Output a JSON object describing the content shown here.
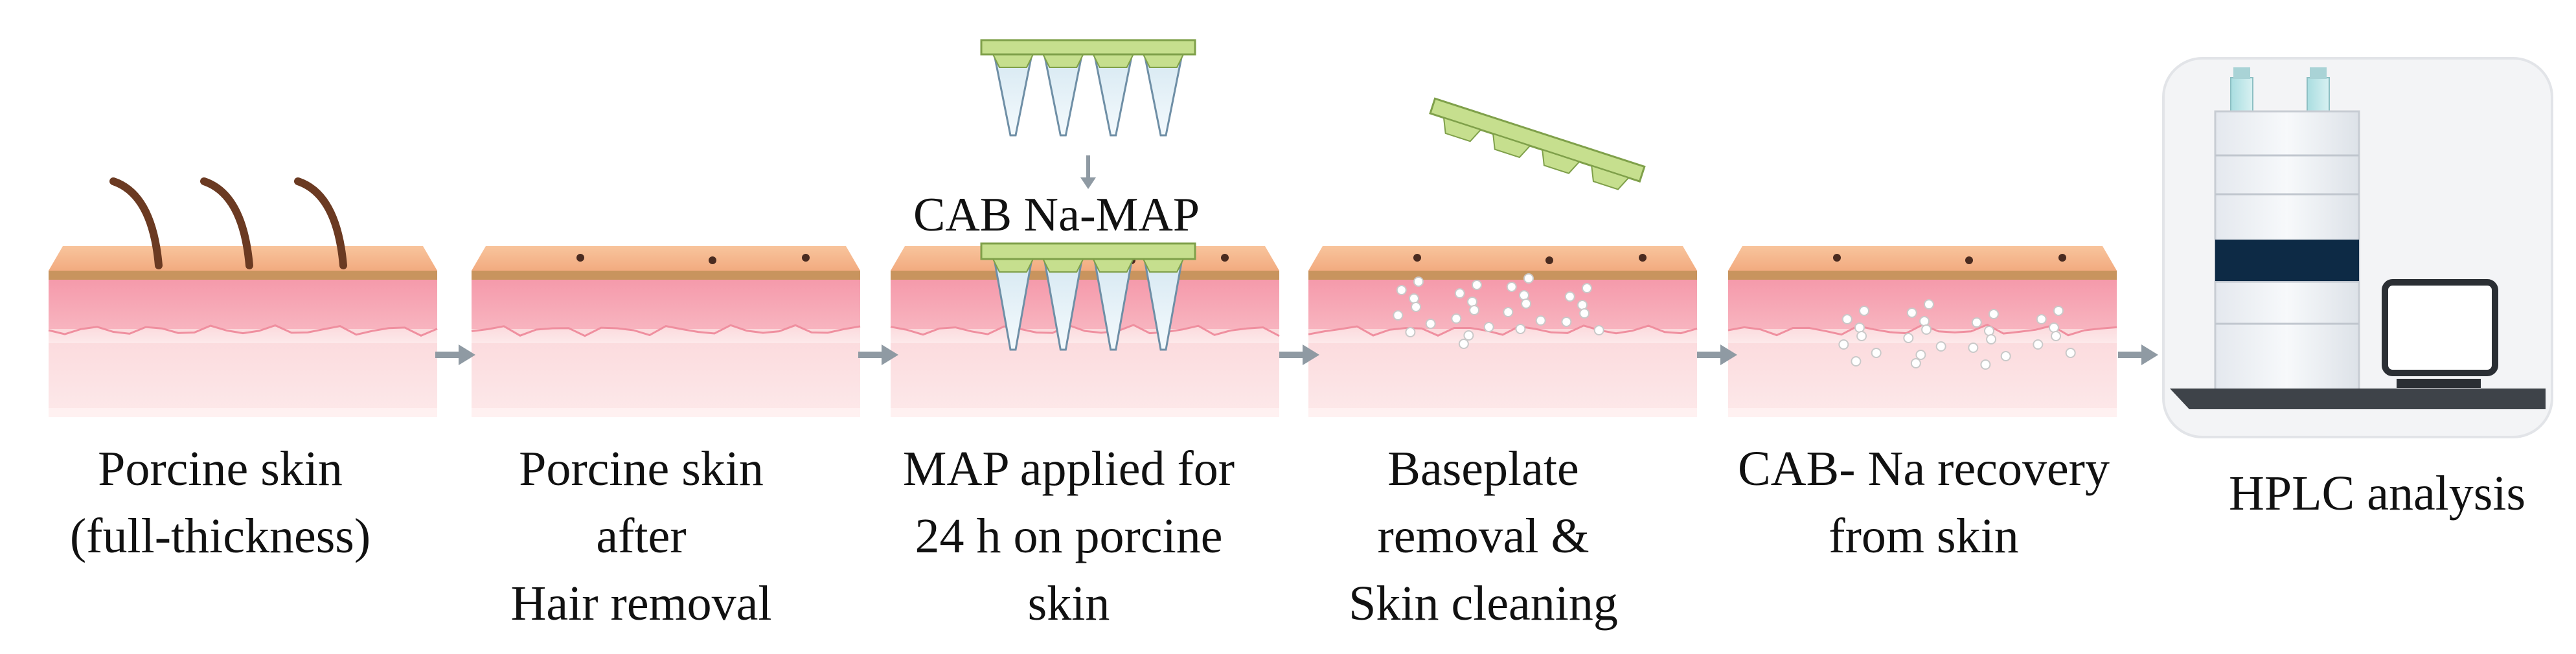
{
  "steps": [
    {
      "lines": [
        "Porcine skin",
        "(full-thickness)"
      ]
    },
    {
      "lines": [
        "Porcine skin",
        "after",
        "Hair removal"
      ]
    },
    {
      "lines": [
        "MAP applied for",
        "24 h on porcine",
        "skin"
      ]
    },
    {
      "lines": [
        "Baseplate",
        "removal &",
        "Skin cleaning"
      ]
    },
    {
      "lines": [
        "CAB- Na recovery",
        "from skin"
      ]
    },
    {
      "lines": [
        "HPLC analysis"
      ]
    }
  ],
  "map_label": "CAB Na-MAP",
  "icons": {
    "arrow": "right-arrow-icon",
    "microneedle": "microneedle-array-icon",
    "instrument": "hplc-instrument-icon",
    "laptop": "laptop-icon"
  },
  "colors": {
    "epidermis_top": "#f4b88a",
    "brown_band": "#c8945e",
    "dermis": "#f4a1ae",
    "subcutis": "#fcdde0",
    "hair": "#6b3a22",
    "needle_plate": "#c6df8e",
    "arrow": "#8f9aa3",
    "instrument_dark_band": "#0d2a45"
  }
}
